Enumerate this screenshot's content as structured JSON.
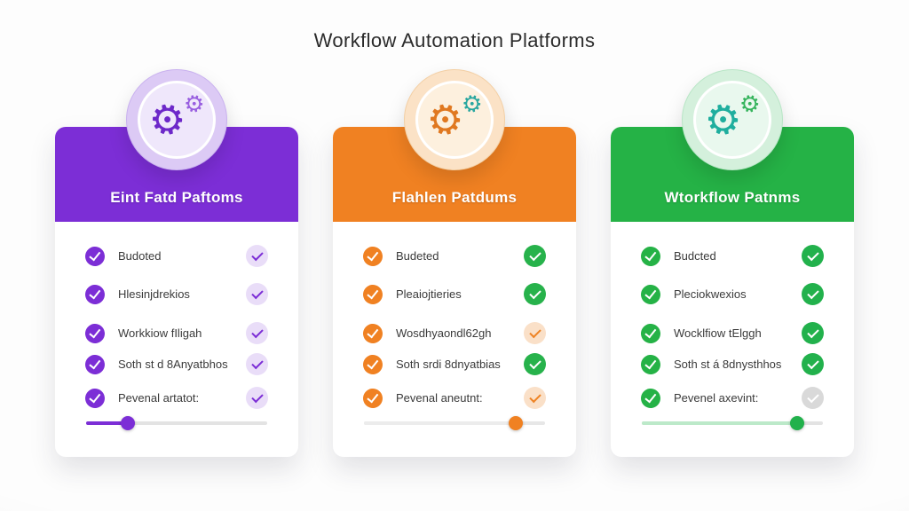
{
  "page": {
    "title": "Workflow Automation Platforms"
  },
  "icons": {
    "gear_glyph": "⚙"
  },
  "cards": [
    {
      "title": "Eint Fatd Paftoms",
      "accent": "#7c2ed6",
      "header_bg": "#7c2ed6",
      "icon": "gears-icon",
      "badge": {
        "ring": "#dccaf5",
        "ring_border": "#c9b1ef",
        "inner": "#efe7fb",
        "primary": "#6d28c9",
        "secondary": "#995fe0"
      },
      "rows": [
        {
          "label": "Budoted",
          "checked": true,
          "status_bg": "#e9ddf8",
          "status_color": "#7c2ed6"
        },
        {
          "label": "Hlesinjdrekios",
          "checked": true,
          "status_bg": "#e9ddf8",
          "status_color": "#7c2ed6"
        },
        {
          "label": "Workkiow fIligah",
          "checked": true,
          "status_bg": "#e9ddf8",
          "status_color": "#7c2ed6"
        },
        {
          "label": "Soth st d 8Anyatbhos",
          "checked": true,
          "status_bg": "#e9ddf8",
          "status_color": "#7c2ed6"
        },
        {
          "label": "Pevenal artatot:",
          "checked": true,
          "status_bg": "#e9ddf8",
          "status_color": "#7c2ed6"
        }
      ],
      "slider": {
        "value_percent": 23,
        "handle_left": "23%",
        "fill_width": "23%",
        "fill_color": "#7c2ed6",
        "track_color": "#e3e3e3",
        "handle_color": "#7c2ed6"
      }
    },
    {
      "title": "Flahlen Patdums",
      "accent": "#f08122",
      "header_bg": "#f08122",
      "icon": "gears-icon",
      "badge": {
        "ring": "#fbe2c6",
        "ring_border": "#f3cfa4",
        "inner": "#fdf0de",
        "primary": "#e07820",
        "secondary": "#2aa7a0"
      },
      "rows": [
        {
          "label": "Budeted",
          "checked": true,
          "status_bg": "#27b24b",
          "status_color": "#ffffff"
        },
        {
          "label": "Pleaiojtieries",
          "checked": true,
          "status_bg": "#27b24b",
          "status_color": "#ffffff"
        },
        {
          "label": "Wosdhyaondl62gh",
          "checked": false,
          "status_bg": "#fae0c8",
          "status_color": "#ee8324"
        },
        {
          "label": "Soth srdi 8dnyatbias",
          "checked": true,
          "status_bg": "#27b24b",
          "status_color": "#ffffff"
        },
        {
          "label": "Pevenal aneutnt:",
          "checked": false,
          "status_bg": "#fae0c8",
          "status_color": "#ee8324"
        }
      ],
      "slider": {
        "value_percent": 84,
        "handle_left": "84%",
        "fill_width": "84%",
        "fill_color": "#ececec",
        "track_color": "#e7e7e7",
        "handle_color": "#f08122"
      }
    },
    {
      "title": "Wtorkflow Patnms",
      "accent": "#25b246",
      "header_bg": "#25b246",
      "icon": "gears-icon",
      "badge": {
        "ring": "#d4f0dc",
        "ring_border": "#b8e6c6",
        "inner": "#e9f8ee",
        "primary": "#1fae9e",
        "secondary": "#35b45c"
      },
      "rows": [
        {
          "label": "Budcted",
          "checked": true,
          "status_bg": "#22b14c",
          "status_color": "#ffffff"
        },
        {
          "label": "Pleciokwexios",
          "checked": true,
          "status_bg": "#22b14c",
          "status_color": "#ffffff"
        },
        {
          "label": "Wocklfiow tElggh",
          "checked": true,
          "status_bg": "#22b14c",
          "status_color": "#ffffff"
        },
        {
          "label": "Soth st á 8dnysthhos",
          "checked": true,
          "status_bg": "#22b14c",
          "status_color": "#ffffff"
        },
        {
          "label": "Pevenel axevint:",
          "checked": false,
          "status_bg": "#d9d9d9",
          "status_color": "#ffffff"
        }
      ],
      "slider": {
        "value_percent": 86,
        "handle_left": "86%",
        "fill_width": "86%",
        "fill_color": "#bce9c9",
        "track_color": "#e3e3e3",
        "handle_color": "#22b14c"
      }
    }
  ]
}
